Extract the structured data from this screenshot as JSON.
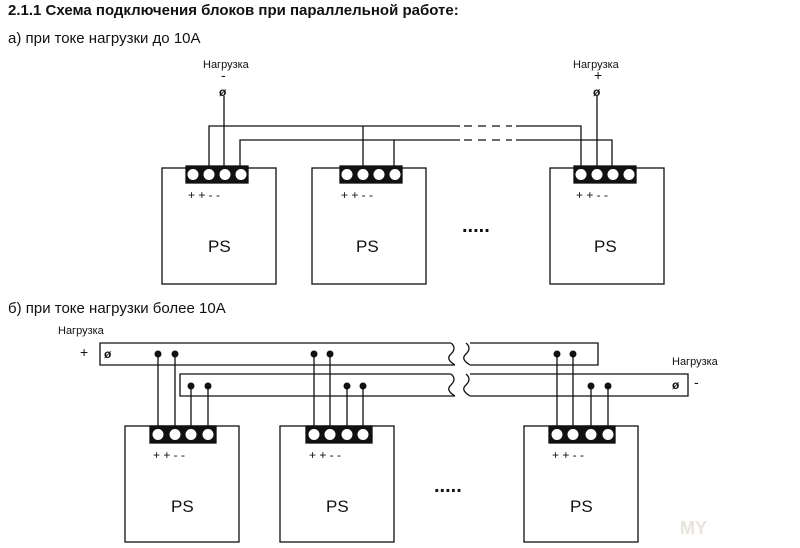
{
  "heading": "2.1.1 Схема подключения блоков при параллельной работе:",
  "section_a": {
    "title": "а) при токе нагрузки до 10А",
    "load_left": {
      "label": "Нагрузка",
      "sign": "-",
      "terminal": "ø"
    },
    "load_right": {
      "label": "Нагрузка",
      "sign": "+",
      "terminal": "ø"
    },
    "ellipsis": "....."
  },
  "section_b": {
    "title": "б) при токе нагрузки более 10А",
    "load_left": {
      "label": "Нагрузка",
      "sign": "+",
      "terminal": "ø"
    },
    "load_right": {
      "label": "Нагрузка",
      "sign": "-",
      "terminal": "ø"
    },
    "ellipsis": "....."
  },
  "unit_label": "PS",
  "terminal_signs": [
    "+",
    "+",
    "-",
    "-"
  ],
  "watermark": "MY",
  "colors": {
    "line": "#111111",
    "background": "#ffffff"
  }
}
